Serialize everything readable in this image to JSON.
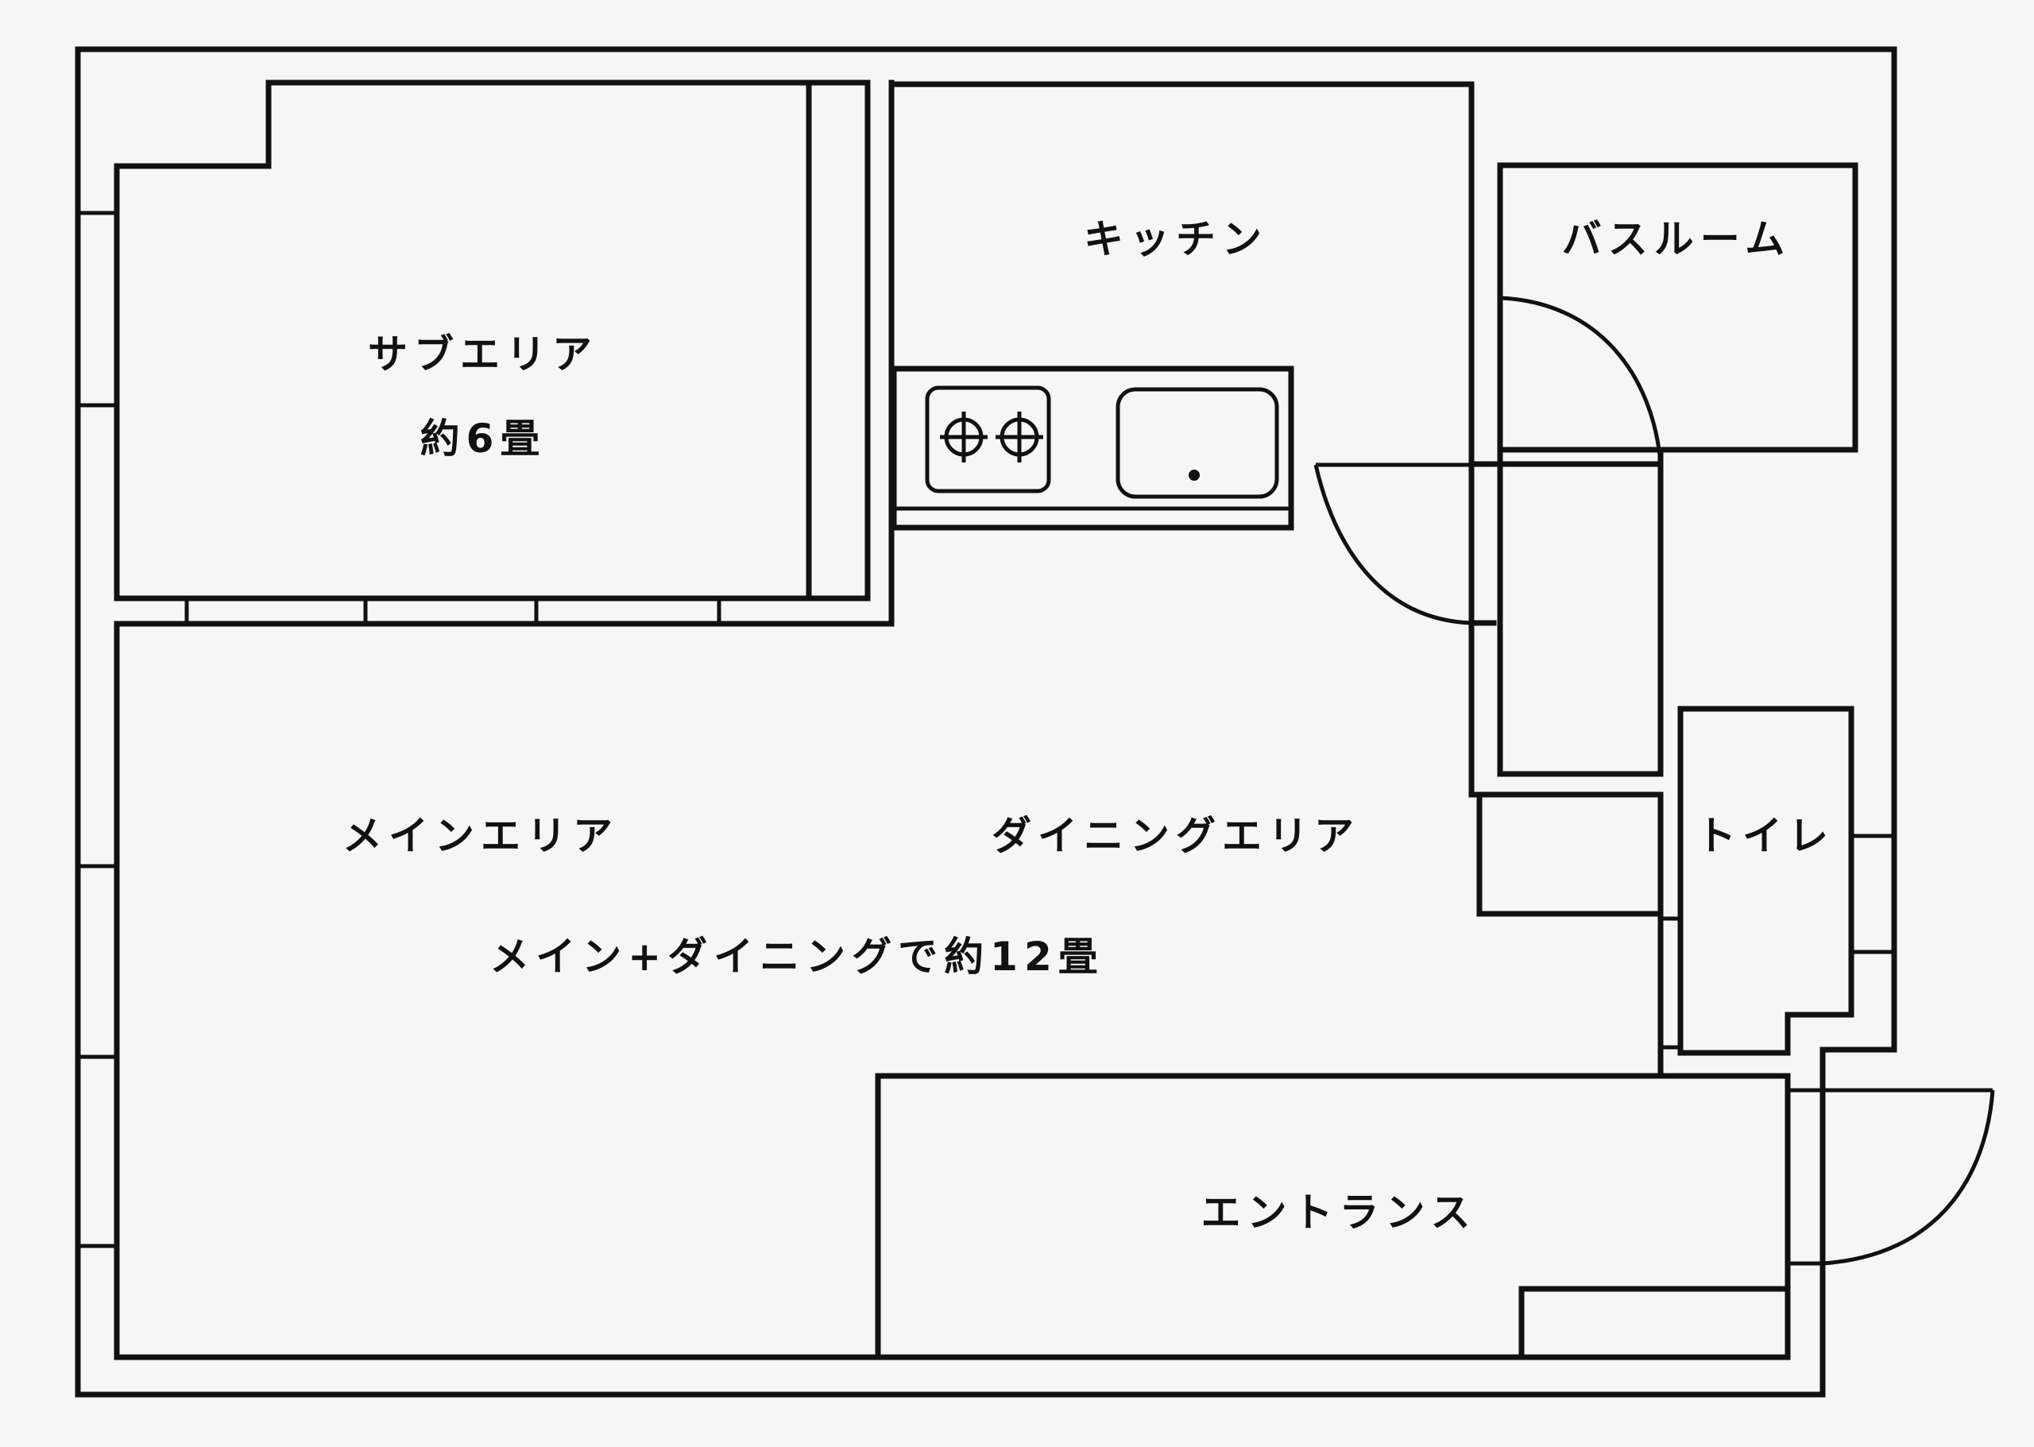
{
  "floorplan": {
    "rooms": {
      "sub_area": {
        "name": "サブエリア",
        "size": "約6畳"
      },
      "kitchen": {
        "name": "キッチン"
      },
      "bathroom": {
        "name": "バスルーム"
      },
      "main_area": {
        "name": "メインエリア"
      },
      "dining_area": {
        "name": "ダイニングエリア"
      },
      "combined_note": "メイン+ダイニングで約12畳",
      "toilet": {
        "name": "トイレ"
      },
      "entrance": {
        "name": "エントランス"
      }
    },
    "fixtures": [
      "gas-stove-two-burner",
      "kitchen-sink"
    ],
    "colors": {
      "background": "#f6f6f6",
      "line": "#111111"
    }
  }
}
